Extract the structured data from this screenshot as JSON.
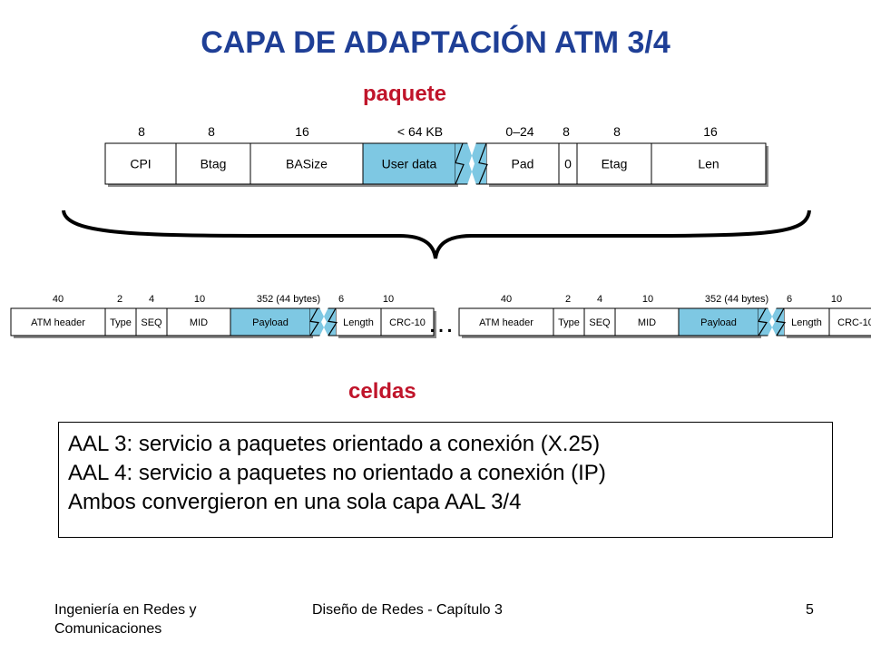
{
  "title": "CAPA DE ADAPTACIÓN ATM 3/4",
  "packet_label": "paquete",
  "cells_label": "celdas",
  "packet": {
    "fields": [
      {
        "name": "CPI",
        "bits": "8",
        "highlight": false
      },
      {
        "name": "Btag",
        "bits": "8",
        "highlight": false
      },
      {
        "name": "BASize",
        "bits": "16",
        "highlight": false
      },
      {
        "name": "User data",
        "bits": "< 64 KB",
        "highlight": true
      },
      {
        "name": "Pad",
        "bits": "0–24",
        "highlight": false
      },
      {
        "name": "0",
        "bits": "8",
        "highlight": false
      },
      {
        "name": "Etag",
        "bits": "8",
        "highlight": false
      },
      {
        "name": "Len",
        "bits": "16",
        "highlight": false
      }
    ]
  },
  "cell": {
    "fields": [
      {
        "name": "ATM header",
        "bits": "40",
        "highlight": false
      },
      {
        "name": "Type",
        "bits": "2",
        "highlight": false
      },
      {
        "name": "SEQ",
        "bits": "4",
        "highlight": false
      },
      {
        "name": "MID",
        "bits": "10",
        "highlight": false
      },
      {
        "name": "Payload",
        "bits": "352 (44 bytes)",
        "highlight": true
      },
      {
        "name": "Length",
        "bits": "6",
        "highlight": false
      },
      {
        "name": "CRC-10",
        "bits": "10",
        "highlight": false
      }
    ]
  },
  "ellipsis": "…",
  "colors": {
    "title": "#1f3f96",
    "accent_red": "#c0142a",
    "highlight_fill": "#7ec8e3"
  },
  "notes": [
    "AAL 3: servicio a paquetes orientado a conexión   (X.25)",
    "AAL 4: servicio a paquetes no orientado a conexión  (IP)",
    "Ambos convergieron  en una sola capa AAL 3/4"
  ],
  "footer": {
    "left_line1": "Ingeniería en Redes y",
    "left_line2": "Comunicaciones",
    "center": "Diseño de Redes  -  Capítulo 3",
    "page": "5"
  }
}
